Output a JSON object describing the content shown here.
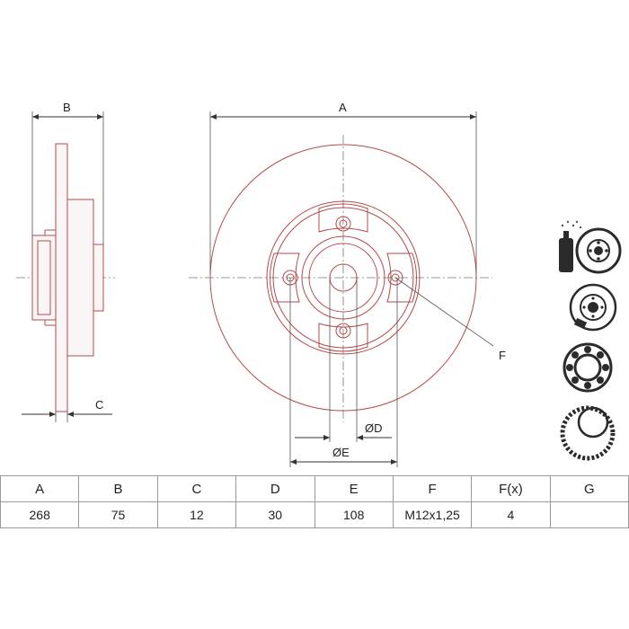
{
  "labels": {
    "A": "A",
    "B": "B",
    "C": "C",
    "D": "ØD",
    "E": "ØE",
    "F": "F"
  },
  "table": {
    "headers": [
      "A",
      "B",
      "C",
      "D",
      "E",
      "F",
      "F(x)",
      "G"
    ],
    "values": [
      "268",
      "75",
      "12",
      "30",
      "108",
      "M12x1,25",
      "4",
      ""
    ]
  },
  "icons": [
    "disc-with-coating-spray-icon",
    "disc-with-abs-ring-icon",
    "wheel-bearing-icon",
    "snap-ring-icon"
  ]
}
